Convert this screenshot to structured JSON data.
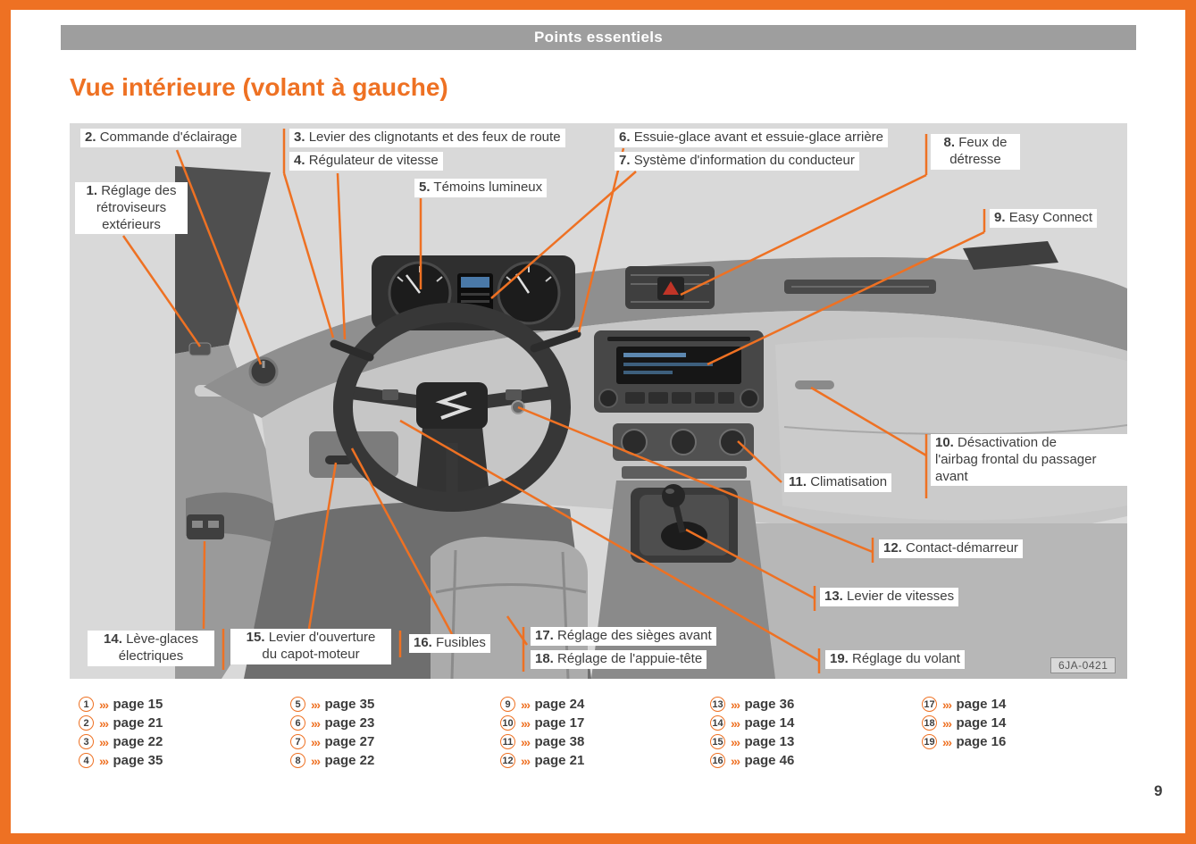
{
  "colors": {
    "accent": "#ee7123",
    "header_bg": "#9e9e9e",
    "text": "#3d3d3d"
  },
  "header": {
    "band_title": "Points essentiels"
  },
  "title": "Vue intérieure (volant à gauche)",
  "page_number": "9",
  "diagram": {
    "image_code": "6JA-0421",
    "labels": [
      {
        "num": "1.",
        "text": "Réglage des\nrétroviseurs\nextérieurs"
      },
      {
        "num": "2.",
        "text": "Commande d'éclairage"
      },
      {
        "num": "3.",
        "text": "Levier des clignotants et des feux de route"
      },
      {
        "num": "4.",
        "text": "Régulateur de vitesse"
      },
      {
        "num": "5.",
        "text": "Témoins lumineux"
      },
      {
        "num": "6.",
        "text": "Essuie-glace avant et essuie-glace arrière"
      },
      {
        "num": "7.",
        "text": "Système d'information du conducteur"
      },
      {
        "num": "8.",
        "text": "Feux de\ndétresse"
      },
      {
        "num": "9.",
        "text": "Easy Connect"
      },
      {
        "num": "10.",
        "text": "Désactivation de\nl'airbag frontal du passager\navant"
      },
      {
        "num": "11.",
        "text": "Climatisation"
      },
      {
        "num": "12.",
        "text": "Contact-démarreur"
      },
      {
        "num": "13.",
        "text": "Levier de vitesses"
      },
      {
        "num": "14.",
        "text": "Lève-glaces\nélectriques"
      },
      {
        "num": "15.",
        "text": "Levier d'ouverture\ndu capot-moteur"
      },
      {
        "num": "16.",
        "text": "Fusibles"
      },
      {
        "num": "17.",
        "text": "Réglage des sièges avant"
      },
      {
        "num": "18.",
        "text": "Réglage de l'appuie-tête"
      },
      {
        "num": "19.",
        "text": "Réglage du volant"
      }
    ]
  },
  "references": {
    "arrow": "›››",
    "items": [
      {
        "n": "1",
        "page": "page 15"
      },
      {
        "n": "2",
        "page": "page 21"
      },
      {
        "n": "3",
        "page": "page 22"
      },
      {
        "n": "4",
        "page": "page 35"
      },
      {
        "n": "5",
        "page": "page 35"
      },
      {
        "n": "6",
        "page": "page 23"
      },
      {
        "n": "7",
        "page": "page 27"
      },
      {
        "n": "8",
        "page": "page 22"
      },
      {
        "n": "9",
        "page": "page 24"
      },
      {
        "n": "10",
        "page": "page 17"
      },
      {
        "n": "11",
        "page": "page 38"
      },
      {
        "n": "12",
        "page": "page 21"
      },
      {
        "n": "13",
        "page": "page 36"
      },
      {
        "n": "14",
        "page": "page 14"
      },
      {
        "n": "15",
        "page": "page 13"
      },
      {
        "n": "16",
        "page": "page 46"
      },
      {
        "n": "17",
        "page": "page 14"
      },
      {
        "n": "18",
        "page": "page 14"
      },
      {
        "n": "19",
        "page": "page 16"
      }
    ]
  }
}
